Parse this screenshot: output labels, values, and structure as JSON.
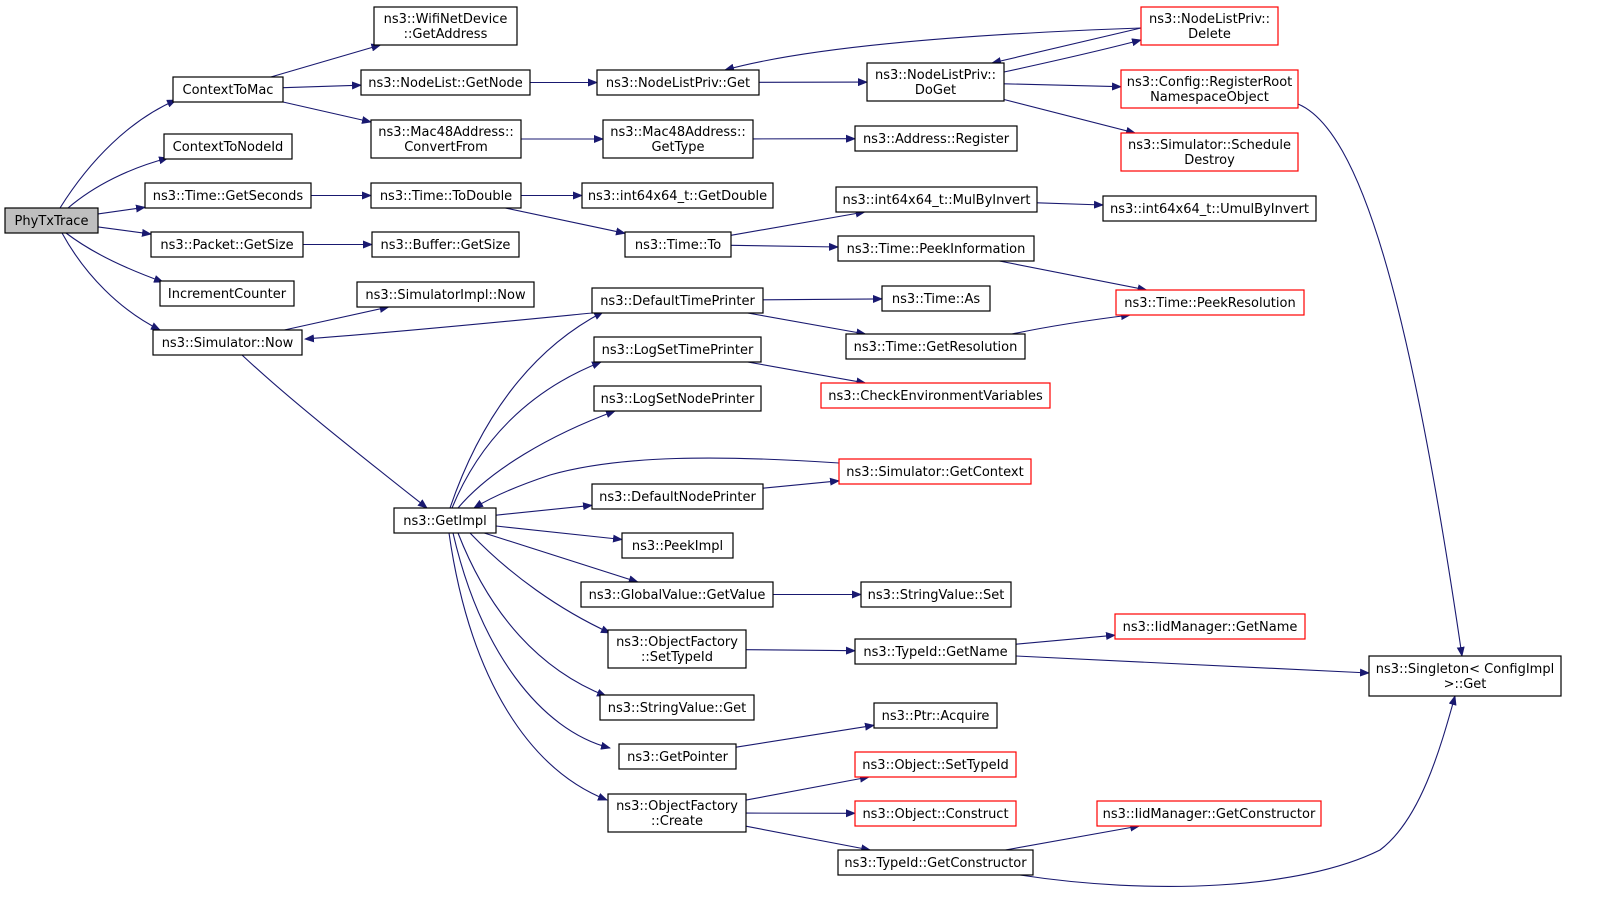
{
  "colors": {
    "edge": "#191970",
    "root_fill": "#bfbfbf",
    "node_fill": "#ffffff",
    "border_normal": "#000000",
    "border_truncated": "#ff0000"
  },
  "nodes": [
    {
      "id": "n0",
      "lines": [
        "PhyTxTrace"
      ],
      "style": "root"
    },
    {
      "id": "n1",
      "lines": [
        "ContextToMac"
      ],
      "style": "normal"
    },
    {
      "id": "n2",
      "lines": [
        "ContextToNodeId"
      ],
      "style": "normal"
    },
    {
      "id": "n3",
      "lines": [
        "ns3::Time::GetSeconds"
      ],
      "style": "normal"
    },
    {
      "id": "n4",
      "lines": [
        "ns3::Packet::GetSize"
      ],
      "style": "normal"
    },
    {
      "id": "n5",
      "lines": [
        "IncrementCounter"
      ],
      "style": "normal"
    },
    {
      "id": "n6",
      "lines": [
        "ns3::Simulator::Now"
      ],
      "style": "normal"
    },
    {
      "id": "n7",
      "lines": [
        "ns3::WifiNetDevice",
        "::GetAddress"
      ],
      "style": "normal"
    },
    {
      "id": "n8",
      "lines": [
        "ns3::NodeList::GetNode"
      ],
      "style": "normal"
    },
    {
      "id": "n9",
      "lines": [
        "ns3::Mac48Address::",
        "ConvertFrom"
      ],
      "style": "normal"
    },
    {
      "id": "n10",
      "lines": [
        "ns3::Time::ToDouble"
      ],
      "style": "normal"
    },
    {
      "id": "n11",
      "lines": [
        "ns3::Buffer::GetSize"
      ],
      "style": "normal"
    },
    {
      "id": "n12",
      "lines": [
        "ns3::SimulatorImpl::Now"
      ],
      "style": "normal"
    },
    {
      "id": "n13",
      "lines": [
        "ns3::GetImpl"
      ],
      "style": "normal"
    },
    {
      "id": "n14",
      "lines": [
        "ns3::NodeListPriv::Get"
      ],
      "style": "normal"
    },
    {
      "id": "n15",
      "lines": [
        "ns3::Mac48Address::",
        "GetType"
      ],
      "style": "normal"
    },
    {
      "id": "n16",
      "lines": [
        "ns3::int64x64_t::GetDouble"
      ],
      "style": "normal"
    },
    {
      "id": "n17",
      "lines": [
        "ns3::Time::To"
      ],
      "style": "normal"
    },
    {
      "id": "n18",
      "lines": [
        "ns3::DefaultTimePrinter"
      ],
      "style": "normal"
    },
    {
      "id": "n19",
      "lines": [
        "ns3::LogSetTimePrinter"
      ],
      "style": "normal"
    },
    {
      "id": "n20",
      "lines": [
        "ns3::LogSetNodePrinter"
      ],
      "style": "normal"
    },
    {
      "id": "n21",
      "lines": [
        "ns3::DefaultNodePrinter"
      ],
      "style": "normal"
    },
    {
      "id": "n22",
      "lines": [
        "ns3::PeekImpl"
      ],
      "style": "normal"
    },
    {
      "id": "n23",
      "lines": [
        "ns3::GlobalValue::GetValue"
      ],
      "style": "normal"
    },
    {
      "id": "n24",
      "lines": [
        "ns3::ObjectFactory",
        "::SetTypeId"
      ],
      "style": "normal"
    },
    {
      "id": "n25",
      "lines": [
        "ns3::StringValue::Get"
      ],
      "style": "normal"
    },
    {
      "id": "n26",
      "lines": [
        "ns3::GetPointer"
      ],
      "style": "normal"
    },
    {
      "id": "n27",
      "lines": [
        "ns3::ObjectFactory",
        "::Create"
      ],
      "style": "normal"
    },
    {
      "id": "n28",
      "lines": [
        "ns3::NodeListPriv::",
        "DoGet"
      ],
      "style": "normal"
    },
    {
      "id": "n29",
      "lines": [
        "ns3::Address::Register"
      ],
      "style": "normal"
    },
    {
      "id": "n30",
      "lines": [
        "ns3::int64x64_t::MulByInvert"
      ],
      "style": "normal"
    },
    {
      "id": "n31",
      "lines": [
        "ns3::Time::PeekInformation"
      ],
      "style": "normal"
    },
    {
      "id": "n32",
      "lines": [
        "ns3::Time::As"
      ],
      "style": "normal"
    },
    {
      "id": "n33",
      "lines": [
        "ns3::Time::GetResolution"
      ],
      "style": "normal"
    },
    {
      "id": "n34",
      "lines": [
        "ns3::CheckEnvironmentVariables"
      ],
      "style": "truncated"
    },
    {
      "id": "n35",
      "lines": [
        "ns3::Simulator::GetContext"
      ],
      "style": "truncated"
    },
    {
      "id": "n36",
      "lines": [
        "ns3::StringValue::Set"
      ],
      "style": "normal"
    },
    {
      "id": "n37",
      "lines": [
        "ns3::TypeId::GetName"
      ],
      "style": "normal"
    },
    {
      "id": "n38",
      "lines": [
        "ns3::Ptr::Acquire"
      ],
      "style": "normal"
    },
    {
      "id": "n39",
      "lines": [
        "ns3::Object::SetTypeId"
      ],
      "style": "truncated"
    },
    {
      "id": "n40",
      "lines": [
        "ns3::Object::Construct"
      ],
      "style": "truncated"
    },
    {
      "id": "n41",
      "lines": [
        "ns3::TypeId::GetConstructor"
      ],
      "style": "normal"
    },
    {
      "id": "n42",
      "lines": [
        "ns3::NodeListPriv::",
        "Delete"
      ],
      "style": "truncated"
    },
    {
      "id": "n43",
      "lines": [
        "ns3::Config::RegisterRoot",
        "NamespaceObject"
      ],
      "style": "truncated"
    },
    {
      "id": "n44",
      "lines": [
        "ns3::Simulator::Schedule",
        "Destroy"
      ],
      "style": "truncated"
    },
    {
      "id": "n45",
      "lines": [
        "ns3::int64x64_t::UmulByInvert"
      ],
      "style": "normal"
    },
    {
      "id": "n46",
      "lines": [
        "ns3::Time::PeekResolution"
      ],
      "style": "truncated"
    },
    {
      "id": "n47",
      "lines": [
        "ns3::IidManager::GetName"
      ],
      "style": "truncated"
    },
    {
      "id": "n48",
      "lines": [
        "ns3::Singleton< ConfigImpl",
        ">::Get"
      ],
      "style": "normal"
    },
    {
      "id": "n49",
      "lines": [
        "ns3::IidManager::GetConstructor"
      ],
      "style": "truncated"
    }
  ],
  "edges": [
    [
      "n0",
      "n1"
    ],
    [
      "n0",
      "n2"
    ],
    [
      "n0",
      "n3"
    ],
    [
      "n0",
      "n4"
    ],
    [
      "n0",
      "n5"
    ],
    [
      "n0",
      "n6"
    ],
    [
      "n1",
      "n7"
    ],
    [
      "n1",
      "n8"
    ],
    [
      "n1",
      "n9"
    ],
    [
      "n3",
      "n10"
    ],
    [
      "n4",
      "n11"
    ],
    [
      "n6",
      "n12"
    ],
    [
      "n6",
      "n13"
    ],
    [
      "n8",
      "n14"
    ],
    [
      "n9",
      "n15"
    ],
    [
      "n10",
      "n16"
    ],
    [
      "n10",
      "n17"
    ],
    [
      "n13",
      "n18"
    ],
    [
      "n13",
      "n19"
    ],
    [
      "n13",
      "n20"
    ],
    [
      "n13",
      "n21"
    ],
    [
      "n13",
      "n22"
    ],
    [
      "n13",
      "n23"
    ],
    [
      "n13",
      "n24"
    ],
    [
      "n13",
      "n25"
    ],
    [
      "n13",
      "n26"
    ],
    [
      "n13",
      "n27"
    ],
    [
      "n14",
      "n28"
    ],
    [
      "n15",
      "n29"
    ],
    [
      "n17",
      "n30"
    ],
    [
      "n17",
      "n31"
    ],
    [
      "n18",
      "n6"
    ],
    [
      "n18",
      "n32"
    ],
    [
      "n18",
      "n33"
    ],
    [
      "n19",
      "n34"
    ],
    [
      "n21",
      "n35"
    ],
    [
      "n35",
      "n13"
    ],
    [
      "n23",
      "n36"
    ],
    [
      "n24",
      "n37"
    ],
    [
      "n26",
      "n38"
    ],
    [
      "n27",
      "n39"
    ],
    [
      "n27",
      "n40"
    ],
    [
      "n27",
      "n41"
    ],
    [
      "n28",
      "n42"
    ],
    [
      "n42",
      "n28"
    ],
    [
      "n42",
      "n14"
    ],
    [
      "n28",
      "n43"
    ],
    [
      "n28",
      "n44"
    ],
    [
      "n30",
      "n45"
    ],
    [
      "n31",
      "n46"
    ],
    [
      "n33",
      "n46"
    ],
    [
      "n37",
      "n47"
    ],
    [
      "n37",
      "n48"
    ],
    [
      "n43",
      "n48"
    ],
    [
      "n41",
      "n49"
    ],
    [
      "n41",
      "n48"
    ]
  ]
}
